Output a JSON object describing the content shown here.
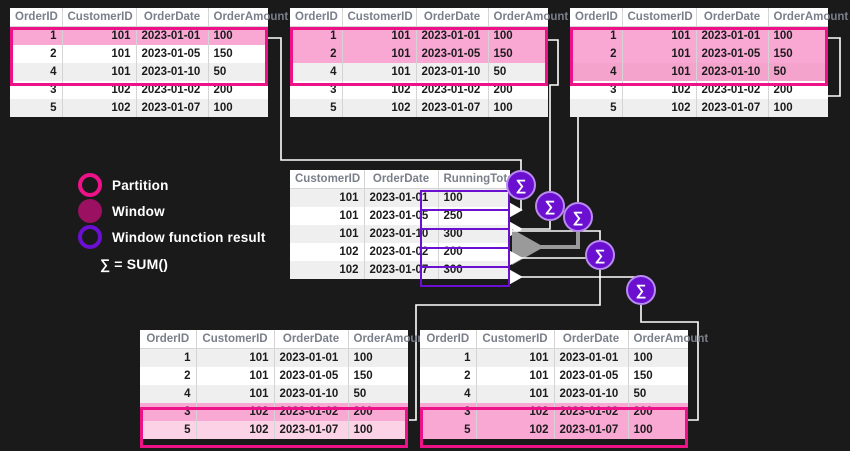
{
  "diagram": {
    "title_text": "",
    "colors": {
      "background": "#1a1a1a",
      "partition_outline": "#ee1289",
      "partition_fill": "#fbd2e6",
      "window_fill": "#f9a8d4",
      "window_swatch": "#9b1060",
      "result_outline": "#6b0fd1",
      "sigma_badge": "#6b0fd1",
      "wire": "#ffffff",
      "wire_muted": "#808080",
      "table_bg": "#ffffff",
      "table_alt_bg": "#efefef",
      "header_text": "#7a7f8a",
      "cell_text": "#1c1c1c"
    }
  },
  "legend": {
    "items": [
      {
        "swatch": "partition-ring",
        "label": "Partition"
      },
      {
        "swatch": "window-filled",
        "label": "Window"
      },
      {
        "swatch": "result-ring",
        "label": "Window function result"
      }
    ],
    "sigma_note": "∑ = SUM()"
  },
  "source_columns": [
    "OrderID",
    "CustomerID",
    "OrderDate",
    "OrderAmount"
  ],
  "result_columns": [
    "CustomerID",
    "OrderDate",
    "RunningTotal"
  ],
  "source_rows": [
    {
      "OrderID": "1",
      "CustomerID": "101",
      "OrderDate": "2023-01-01",
      "OrderAmount": "100"
    },
    {
      "OrderID": "2",
      "CustomerID": "101",
      "OrderDate": "2023-01-05",
      "OrderAmount": "150"
    },
    {
      "OrderID": "4",
      "CustomerID": "101",
      "OrderDate": "2023-01-10",
      "OrderAmount": "50"
    },
    {
      "OrderID": "3",
      "CustomerID": "102",
      "OrderDate": "2023-01-02",
      "OrderAmount": "200"
    },
    {
      "OrderID": "5",
      "CustomerID": "102",
      "OrderDate": "2023-01-07",
      "OrderAmount": "100"
    }
  ],
  "tables": {
    "t1": {
      "name": "source-table-step-1",
      "partition_rows": [
        0,
        1,
        2
      ],
      "window_rows": [
        0
      ]
    },
    "t2": {
      "name": "source-table-step-2",
      "partition_rows": [
        0,
        1,
        2
      ],
      "window_rows": [
        0,
        1
      ]
    },
    "t3": {
      "name": "source-table-step-3",
      "partition_rows": [
        0,
        1,
        2
      ],
      "window_rows": [
        0,
        1,
        2
      ]
    },
    "t4": {
      "name": "source-table-step-4",
      "partition_rows": [
        3,
        4
      ],
      "window_rows": [
        3
      ]
    },
    "t5": {
      "name": "source-table-step-5",
      "partition_rows": [
        3,
        4
      ],
      "window_rows": [
        3,
        4
      ]
    }
  },
  "result_rows": [
    {
      "CustomerID": "101",
      "OrderDate": "2023-01-01",
      "RunningTotal": "100"
    },
    {
      "CustomerID": "101",
      "OrderDate": "2023-01-05",
      "RunningTotal": "250"
    },
    {
      "CustomerID": "101",
      "OrderDate": "2023-01-10",
      "RunningTotal": "300"
    },
    {
      "CustomerID": "102",
      "OrderDate": "2023-01-02",
      "RunningTotal": "200"
    },
    {
      "CustomerID": "102",
      "OrderDate": "2023-01-07",
      "RunningTotal": "300"
    }
  ],
  "sigma_badges": [
    {
      "id": "sigma-1",
      "glyph": "∑"
    },
    {
      "id": "sigma-2",
      "glyph": "∑"
    },
    {
      "id": "sigma-3",
      "glyph": "∑"
    },
    {
      "id": "sigma-4",
      "glyph": "∑"
    },
    {
      "id": "sigma-5",
      "glyph": "∑"
    }
  ]
}
